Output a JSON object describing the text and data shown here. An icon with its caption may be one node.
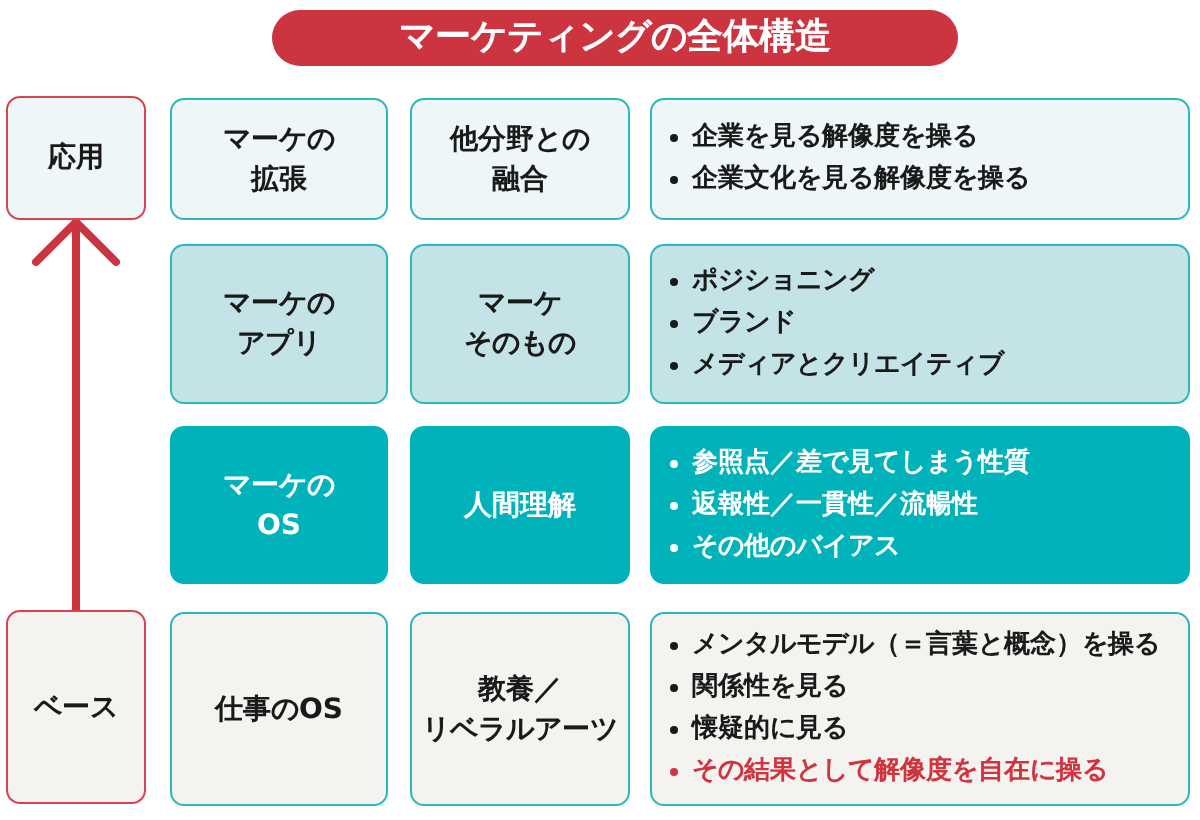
{
  "diagram": {
    "title": "マーケティングの全体構造",
    "nodes": [
      {
        "text": [
          "応用"
        ]
      },
      {
        "text": [
          "マーケの拡張"
        ]
      },
      {
        "text": [
          "他分野との融合"
        ]
      },
      {
        "text": [
          "企業を見る解像度を操る",
          "企業文化を見る解像度を操る"
        ]
      },
      {
        "text": [
          "マーケのアプリ"
        ]
      },
      {
        "text": [
          "マーケそのもの"
        ]
      },
      {
        "text": [
          "ポジショニング",
          "ブランド",
          "メディアとクリエイティブ"
        ]
      },
      {
        "text": [
          "マーケのOS"
        ]
      },
      {
        "text": [
          "人間理解"
        ]
      },
      {
        "text": [
          "参照点／差で見てしまう性質",
          "返報性／一貫性／流暢性",
          "その他のバイアス"
        ]
      },
      {
        "text": [
          "ベース"
        ]
      },
      {
        "text": [
          "仕事のOS"
        ]
      },
      {
        "text": [
          "教養／リベラルアーツ"
        ]
      },
      {
        "text": [
          "メンタルモデル（＝言葉と概念）を操る",
          "関係性を見る",
          "懐疑的に見る",
          "その結果として解像度を自在に操る"
        ]
      }
    ],
    "edges": [
      {
        "from": 10,
        "to": 0,
        "arrow": "to"
      }
    ]
  }
}
